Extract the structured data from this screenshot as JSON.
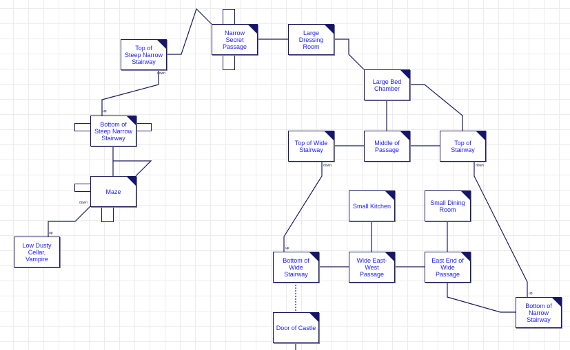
{
  "map": {
    "accent_color": "#1a1aff",
    "border_color": "#1a1a5e",
    "rooms": [
      {
        "id": "top-steep-narrow",
        "name": "Top of\nSteep Narrow\nStairway"
      },
      {
        "id": "narrow-secret",
        "name": "Narrow\nSecret\nPassage"
      },
      {
        "id": "large-dressing",
        "name": "Large\nDressing\nRoom"
      },
      {
        "id": "large-bed",
        "name": "Large Bed\nChamber"
      },
      {
        "id": "bottom-steep-narrow",
        "name": "Bottom of\nSteep Narrow\nStairway"
      },
      {
        "id": "maze",
        "name": "Maze"
      },
      {
        "id": "low-dusty",
        "name": "Low Dusty\nCellar,\nVampire"
      },
      {
        "id": "top-wide",
        "name": "Top of Wide\nStairway"
      },
      {
        "id": "middle-passage",
        "name": "Middle of\nPassage"
      },
      {
        "id": "top-stairway",
        "name": "Top of\nStairway"
      },
      {
        "id": "small-kitchen",
        "name": "Small Kitchen"
      },
      {
        "id": "small-dining",
        "name": "Small Dining\nRoom"
      },
      {
        "id": "bottom-wide",
        "name": "Bottom of\nWide\nStairway"
      },
      {
        "id": "wide-ew",
        "name": "Wide East-\nWest\nPassage"
      },
      {
        "id": "east-end",
        "name": "East End of\nWide\nPassage"
      },
      {
        "id": "bottom-narrow",
        "name": "Bottom of\nNarrow\nStairway"
      },
      {
        "id": "door-castle",
        "name": "Door of Castle"
      }
    ],
    "exit_labels": {
      "down": "down",
      "up": "up"
    }
  }
}
